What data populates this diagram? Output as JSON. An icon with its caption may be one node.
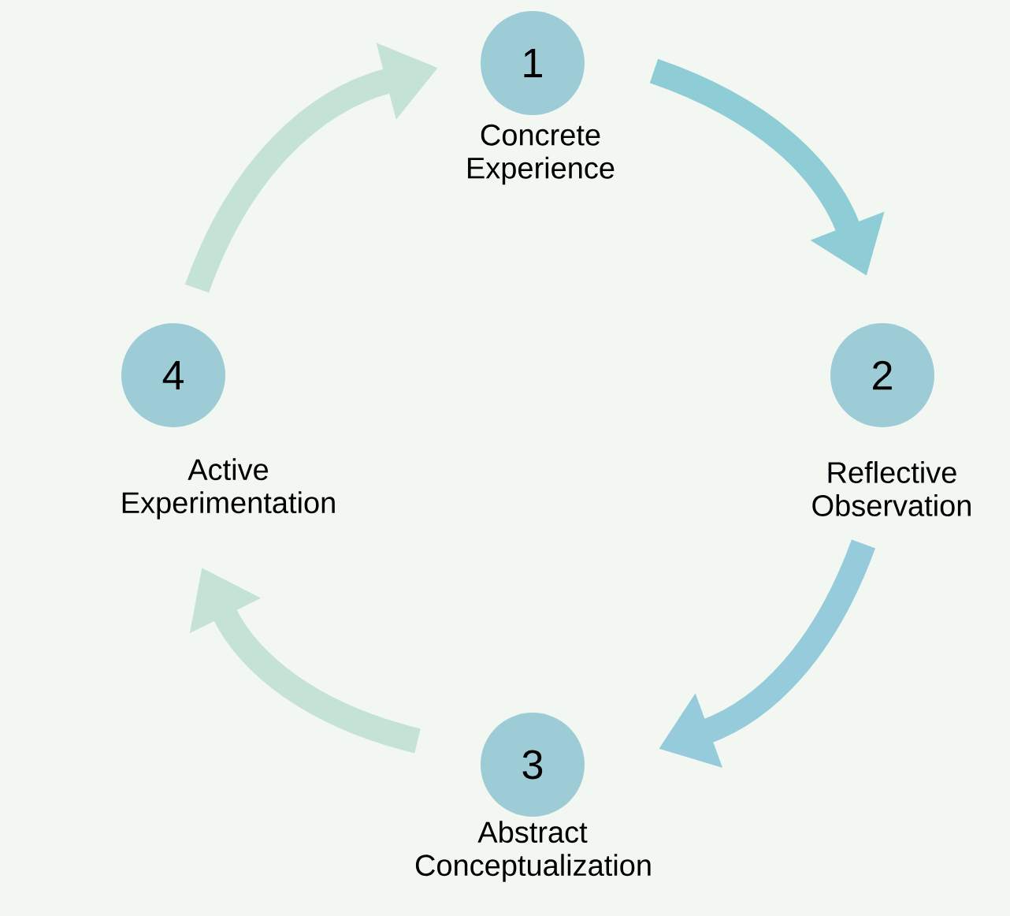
{
  "diagram": {
    "nodes": [
      {
        "text": [
          "1",
          "Concrete Experience"
        ]
      },
      {
        "text": [
          "2",
          "Reflective Observation"
        ]
      },
      {
        "text": [
          "3",
          "Abstract Conceptualization"
        ]
      },
      {
        "text": [
          "4",
          "Active Experimentation"
        ]
      }
    ],
    "edges": [
      {
        "from": 0,
        "to": 1,
        "arrow": "to",
        "color": "#8ecdd6"
      },
      {
        "from": 1,
        "to": 2,
        "arrow": "to",
        "color": "#96cbdc"
      },
      {
        "from": 2,
        "to": 3,
        "arrow": "to",
        "color": "#c4e3d5"
      },
      {
        "from": 3,
        "to": 0,
        "arrow": "to",
        "color": "#c4e3d5"
      }
    ]
  }
}
